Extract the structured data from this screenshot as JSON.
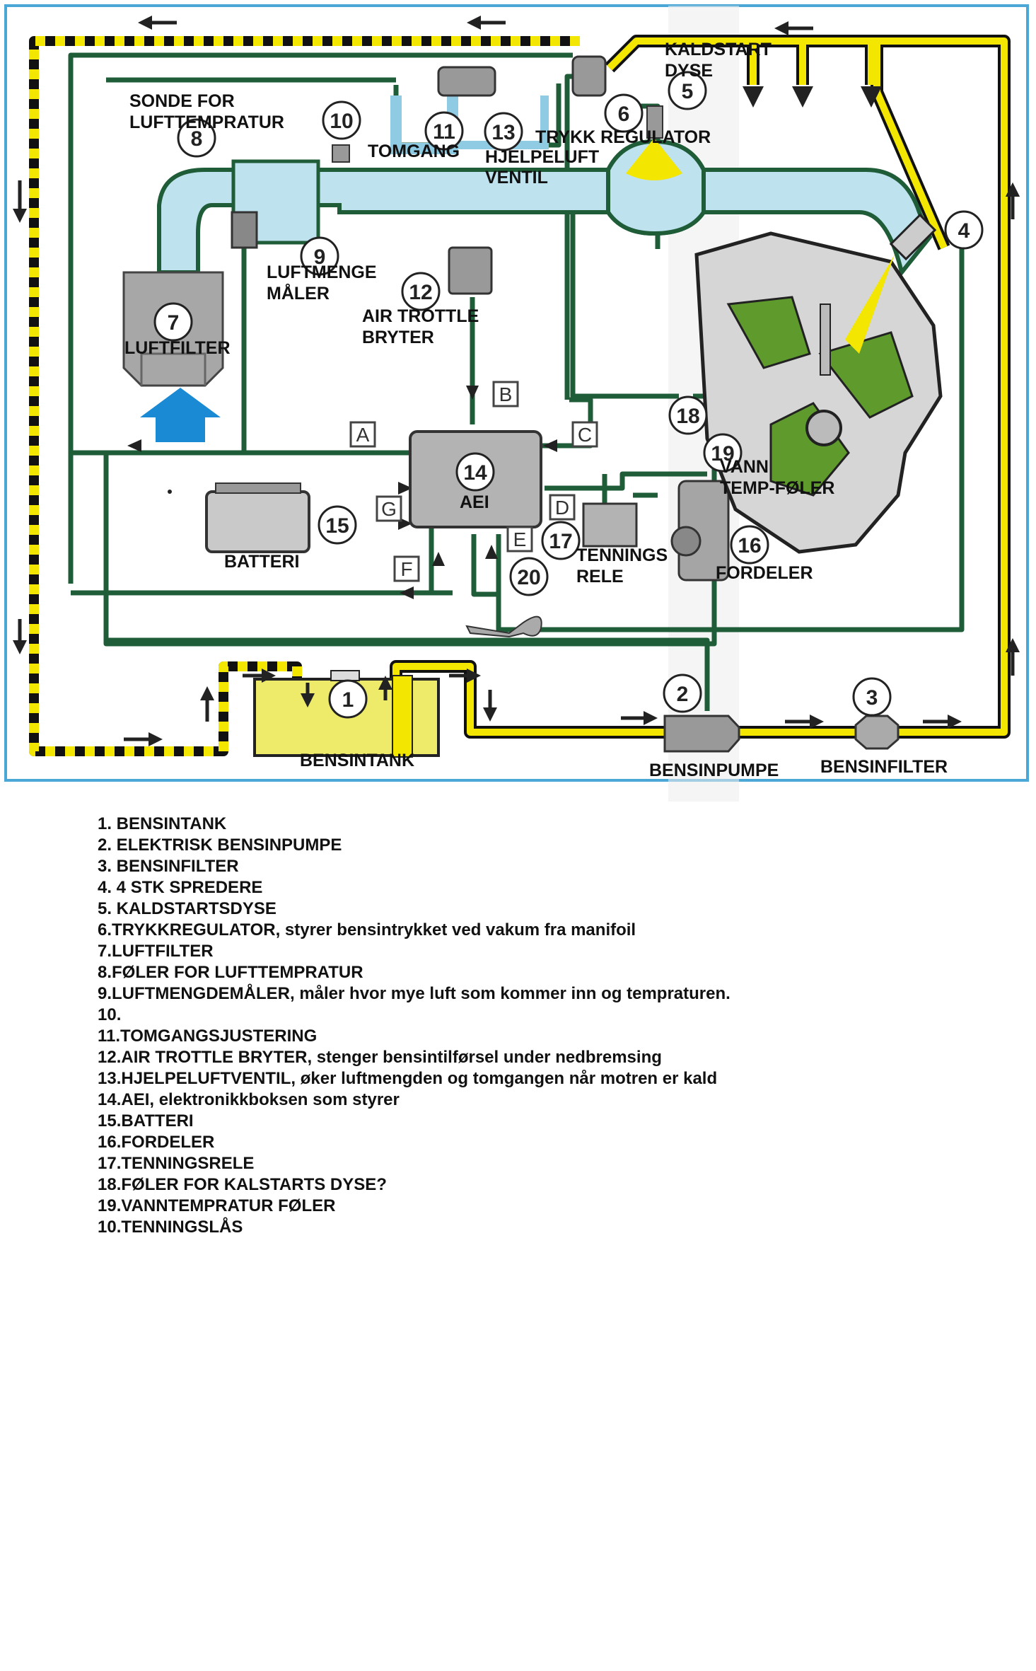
{
  "diagram": {
    "components": {
      "c1": {
        "number": "1",
        "label": "BENSINTANK"
      },
      "c2": {
        "number": "2",
        "label": "BENSINPUMPE"
      },
      "c3": {
        "number": "3",
        "label": "BENSINFILTER"
      },
      "c4": {
        "number": "4"
      },
      "c5": {
        "number": "5",
        "label_line1": "KALDSTART",
        "label_line2": "DYSE"
      },
      "c6": {
        "number": "6",
        "label": "TRYKK REGULATOR"
      },
      "c7": {
        "number": "7",
        "label": "LUFTFILTER"
      },
      "c8": {
        "number": "8",
        "label_line1": "SONDE FOR",
        "label_line2": "LUFTTEMPRATUR"
      },
      "c9": {
        "number": "9",
        "label_line1": "LUFTMENGE",
        "label_line2": "MÅLER"
      },
      "c10": {
        "number": "10"
      },
      "c11": {
        "number": "11",
        "label": "TOMGANG"
      },
      "c12": {
        "number": "12",
        "label_line1": "AIR TROTTLE",
        "label_line2": "BRYTER"
      },
      "c13": {
        "number": "13",
        "label_line1": "HJELPELUFT",
        "label_line2": "VENTIL"
      },
      "c14": {
        "number": "14",
        "label": "AEI"
      },
      "c15": {
        "number": "15",
        "label": "BATTERI"
      },
      "c16": {
        "number": "16",
        "label": "FORDELER"
      },
      "c17": {
        "number": "17",
        "label_line1": "TENNINGS",
        "label_line2": "RELE"
      },
      "c18": {
        "number": "18"
      },
      "c19": {
        "number": "19",
        "label_line1": "VANN",
        "label_line2": "TEMP-FØLER"
      },
      "c20": {
        "number": "20"
      }
    },
    "connectors": [
      "A",
      "B",
      "C",
      "D",
      "E",
      "F",
      "G"
    ],
    "colors": {
      "fuel_line": "#f3e600",
      "return_line": "#111111",
      "electric_wire": "#1f5c38",
      "air_duct": "#bfe2ef",
      "air_flow_arrow": "#1a8ad4",
      "fuel": "#eeea6a",
      "engine_coolant": "#5e9a2c"
    }
  },
  "legend": [
    "1. BENSINTANK",
    "2. ELEKTRISK BENSINPUMPE",
    "3. BENSINFILTER",
    "4. 4 STK SPREDERE",
    "5. KALDSTARTSDYSE",
    "6.TRYKKREGULATOR, styrer bensintrykket ved vakum fra manifoil",
    "7.LUFTFILTER",
    "8.FØLER FOR LUFTTEMPRATUR",
    "9.LUFTMENGDEMÅLER, måler hvor mye luft som kommer inn og tempraturen.",
    "10.",
    "11.TOMGANGSJUSTERING",
    "12.AIR TROTTLE BRYTER, stenger bensintilførsel under nedbremsing",
    "13.HJELPELUFTVENTIL, øker luftmengden og tomgangen når motren er kald",
    "14.AEI, elektronikkboksen som styrer",
    "15.BATTERI",
    "16.FORDELER",
    "17.TENNINGSRELE",
    "18.FØLER FOR KALSTARTS DYSE?",
    "19.VANNTEMPRATUR FØLER",
    "10.TENNINGSLÅS"
  ]
}
